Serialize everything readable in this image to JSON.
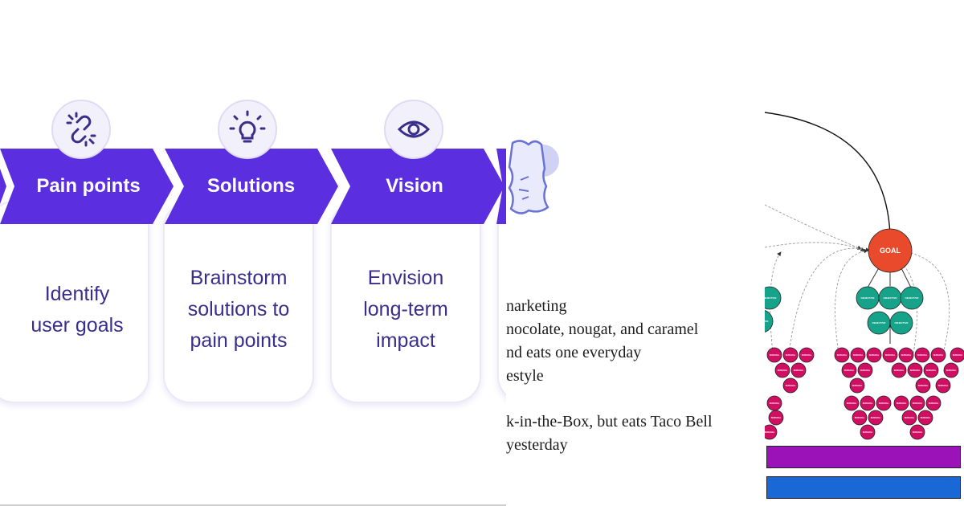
{
  "steps": [
    {
      "label": "Pain points",
      "description": "Identify\nuser goals",
      "icon": "broken-link-icon"
    },
    {
      "label": "Solutions",
      "description": "Brainstorm\nsolutions to\npain points",
      "icon": "lightbulb-icon"
    },
    {
      "label": "Vision",
      "description": "Envision\nlong-term\nimpact",
      "icon": "eye-icon"
    }
  ],
  "colors": {
    "accent": "#5b2ee0",
    "text": "#3a2e8c",
    "goal": "#ea4a2c",
    "objective": "#17a38a",
    "subgoal": "#d10f62",
    "bar_purple": "#9b12b8",
    "bar_blue": "#1a68d6"
  },
  "persona_lines": [
    "narketing",
    "nocolate, nougat, and caramel",
    "nd eats one everyday",
    "estyle",
    "k-in-the-Box, but eats Taco Bell",
    "yesterday"
  ],
  "goal_tree": {
    "goal_label": "GOAL",
    "objective_label": "OBJECTIVE",
    "subgoal_label": "SUBGOAL"
  }
}
